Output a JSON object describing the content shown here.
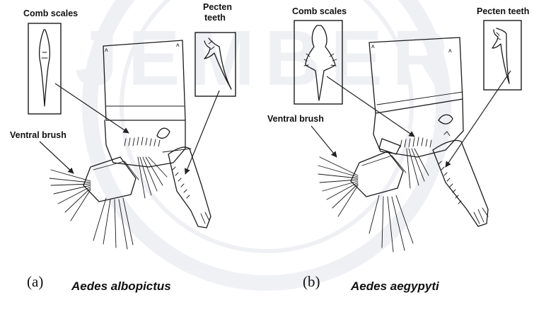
{
  "watermark": {
    "text": "JEMBER"
  },
  "panels": [
    {
      "id": "a",
      "letter": "(a)",
      "species": "Aedes albopictus",
      "labels": {
        "comb_scales": "Comb scales",
        "pecten_teeth_line1": "Pecten",
        "pecten_teeth_line2": "teeth",
        "ventral_brush": "Ventral brush"
      }
    },
    {
      "id": "b",
      "letter": "(b)",
      "species": "Aedes aegypyti",
      "labels": {
        "comb_scales": "Comb scales",
        "pecten_teeth": "Pecten teeth",
        "ventral_brush": "Ventral brush"
      }
    }
  ]
}
